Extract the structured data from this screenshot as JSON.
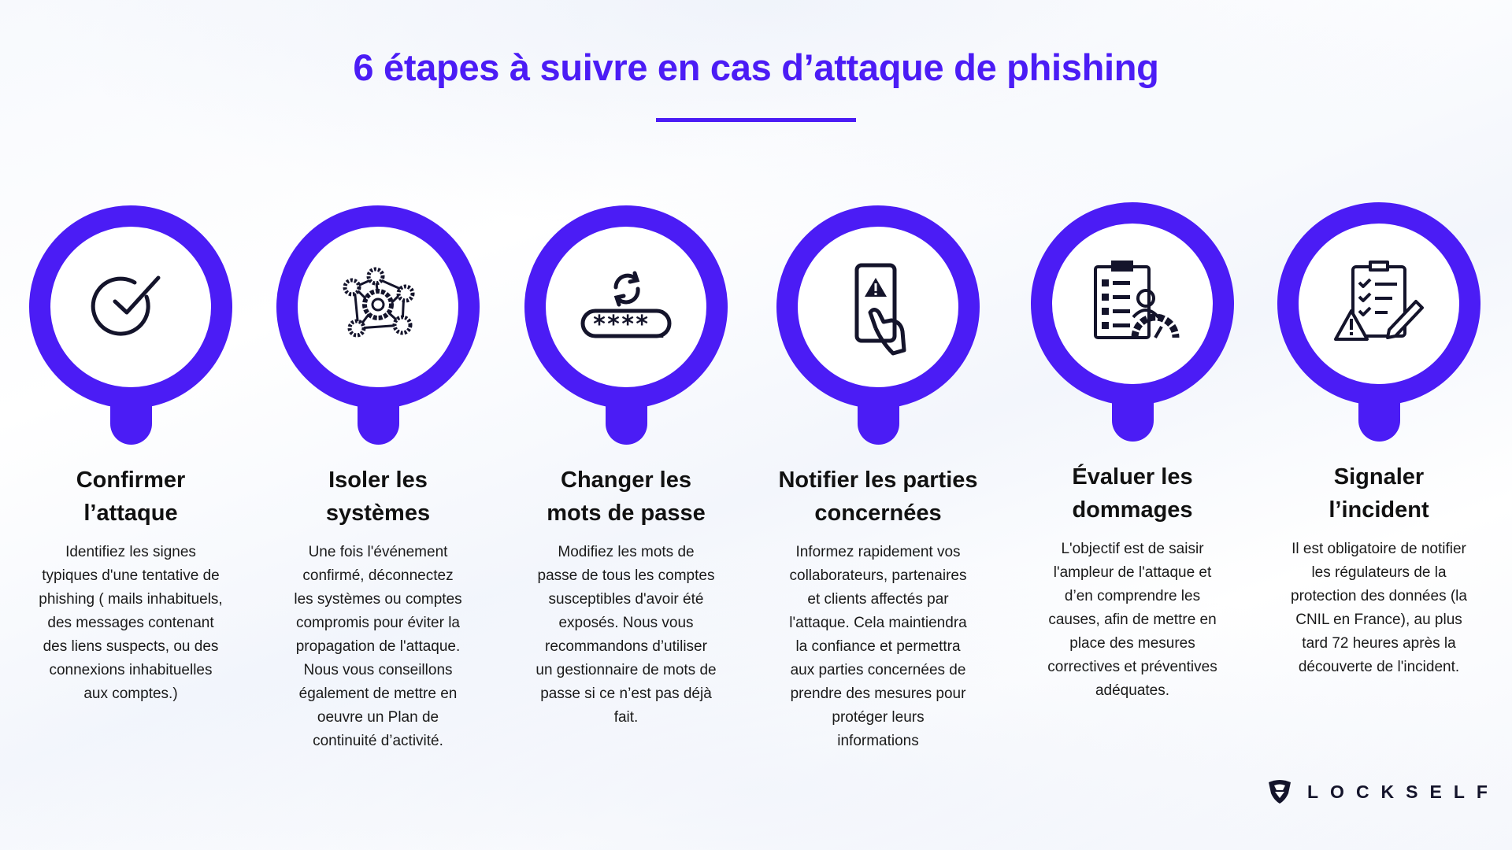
{
  "title": "6 étapes à suivre en cas d’attaque de phishing",
  "colors": {
    "accent": "#4B1CF5",
    "text": "#111111"
  },
  "steps": [
    {
      "icon": "check-circle-icon",
      "heading": [
        "Confirmer",
        "l’attaque"
      ],
      "body": [
        "Identifiez les signes",
        "typiques d'une tentative de",
        "phishing ( mails inhabituels,",
        "des messages contenant",
        "des liens suspects, ou des",
        "connexions inhabituelles",
        "aux comptes.)"
      ]
    },
    {
      "icon": "gears-network-icon",
      "heading": [
        "Isoler les",
        "systèmes"
      ],
      "body": [
        "Une fois l'événement",
        "confirmé, déconnectez",
        "les systèmes ou comptes",
        "compromis pour éviter la",
        "propagation de l'attaque.",
        "Nous vous conseillons",
        "également de mettre en",
        "oeuvre un Plan de",
        "continuité d’activité."
      ]
    },
    {
      "icon": "password-refresh-icon",
      "heading": [
        "Changer les",
        "mots de passe"
      ],
      "body": [
        "Modifiez les mots de",
        "passe de tous les comptes",
        "susceptibles d'avoir été",
        "exposés.  Nous vous",
        "recommandons d’utiliser",
        "un gestionnaire de mots de",
        "passe si ce n’est pas déjà",
        "fait."
      ]
    },
    {
      "icon": "phone-alert-icon",
      "heading": [
        "Notifier les parties",
        "concernées"
      ],
      "body": [
        "Informez rapidement vos",
        "collaborateurs, partenaires",
        "et clients affectés par",
        "l'attaque. Cela maintiendra",
        "la confiance et permettra",
        "aux parties concernées de",
        "prendre des mesures pour",
        "protéger leurs",
        "informations"
      ]
    },
    {
      "icon": "clipboard-gauge-icon",
      "heading": [
        "Évaluer les",
        "dommages"
      ],
      "body": [
        "L'objectif est de saisir",
        "l'ampleur de l'attaque et",
        "d’en comprendre les",
        "causes, afin de mettre en",
        "place des mesures",
        "correctives et préventives",
        "adéquates."
      ]
    },
    {
      "icon": "clipboard-warning-icon",
      "heading": [
        "Signaler",
        "l’incident"
      ],
      "body": [
        "Il est obligatoire de notifier",
        "les régulateurs de la",
        "protection des données (la",
        "CNIL en France), au plus",
        "tard 72 heures après la",
        "découverte de l'incident."
      ]
    }
  ],
  "logo": {
    "text": "LOCKSELF"
  }
}
